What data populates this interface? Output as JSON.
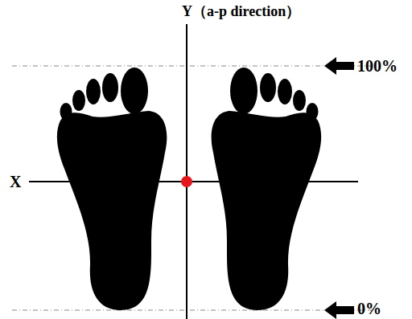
{
  "diagram": {
    "labels": [
      "Y（a-p direction）",
      "X",
      "100%",
      "0%"
    ]
  }
}
